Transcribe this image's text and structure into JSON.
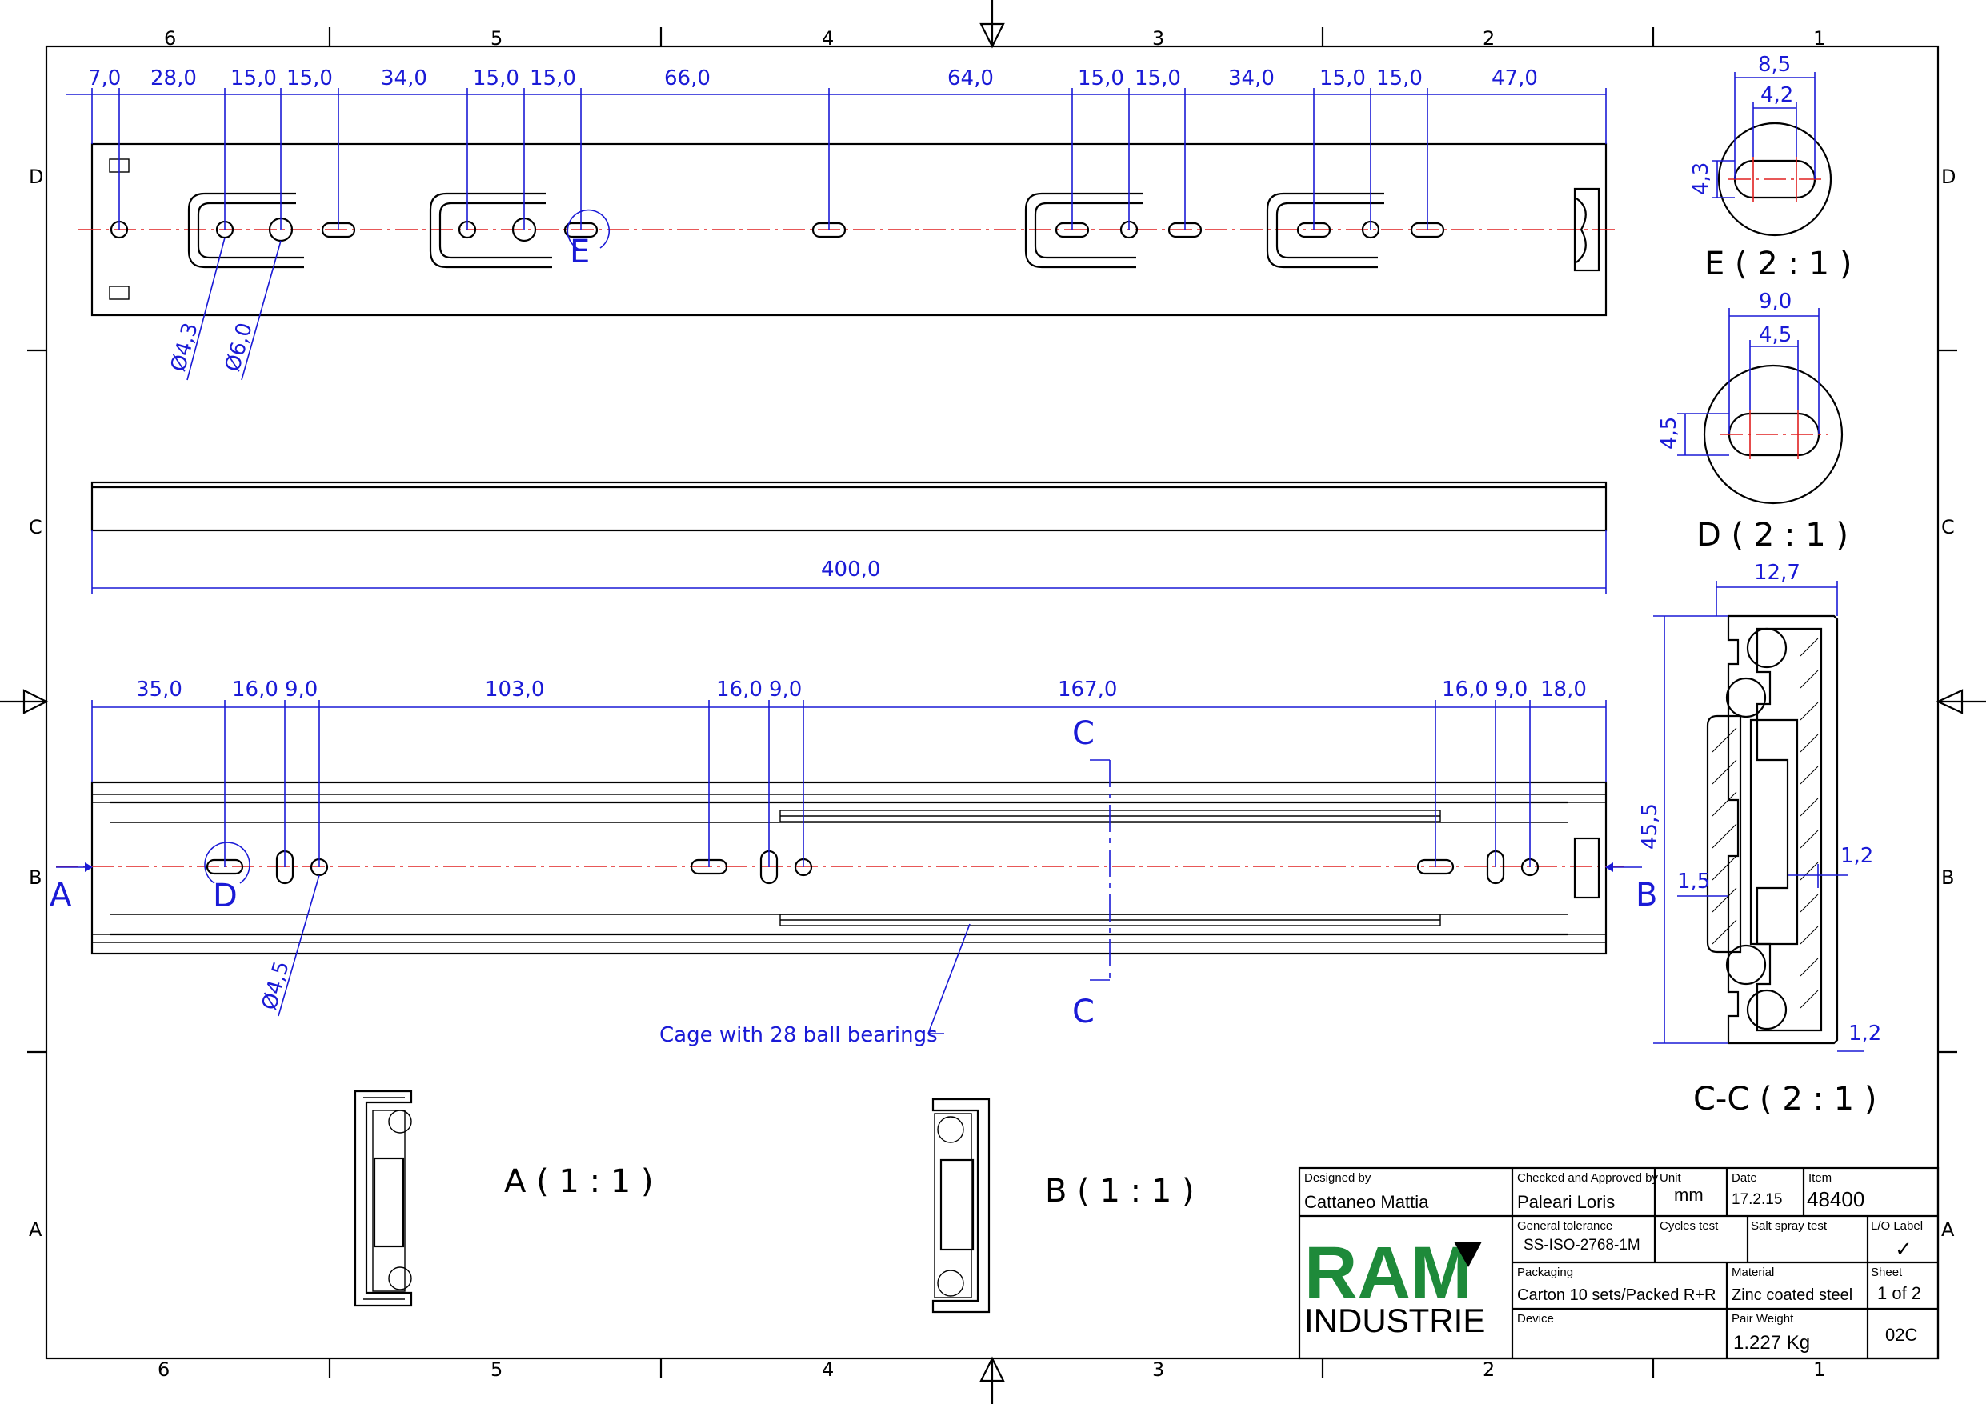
{
  "zones": {
    "columns": [
      "6",
      "5",
      "4",
      "3",
      "2",
      "1"
    ],
    "rows": [
      "D",
      "C",
      "B",
      "A"
    ]
  },
  "top_view": {
    "dims": [
      "7,0",
      "28,0",
      "15,0",
      "15,0",
      "34,0",
      "15,0",
      "15,0",
      "66,0",
      "64,0",
      "15,0",
      "15,0",
      "34,0",
      "15,0",
      "15,0",
      "47,0"
    ],
    "dia_small": "Ø4,3",
    "dia_large": "Ø6,0",
    "detail_marker": "E"
  },
  "side_view": {
    "overall_length": "400,0"
  },
  "bottom_view": {
    "dims": [
      "35,0",
      "16,0",
      "9,0",
      "103,0",
      "16,0",
      "9,0",
      "167,0",
      "16,0",
      "9,0",
      "18,0"
    ],
    "dia": "Ø4,5",
    "detail_marker": "D",
    "view_left": "A",
    "view_right": "B",
    "section_top": "C",
    "section_bottom": "C",
    "cage_note": "Cage with 28 ball bearings"
  },
  "detail_e": {
    "outer": "8,5",
    "inner": "4,2",
    "height": "4,3",
    "title": "E ( 2 : 1 )"
  },
  "detail_d": {
    "outer": "9,0",
    "inner": "4,5",
    "height": "4,5",
    "title": "D ( 2 : 1 )"
  },
  "section_cc": {
    "width": "12,7",
    "height": "45,5",
    "gap_left": "1,5",
    "gap_right": "1,2",
    "gap_bottom": "1,2",
    "title": "C-C ( 2 : 1 )"
  },
  "view_a_title": "A ( 1 : 1 )",
  "view_b_title": "B ( 1 : 1 )",
  "title_block": {
    "designed_by_label": "Designed by",
    "designed_by": "Cattaneo Mattia",
    "checked_label": "Checked and Approved by",
    "checked_by": "Paleari Loris",
    "unit_label": "Unit",
    "unit": "mm",
    "date_label": "Date",
    "date": "17.2.15",
    "item_label": "Item",
    "item": "48400",
    "tolerance_label": "General tolerance",
    "tolerance": "SS-ISO-2768-1M",
    "cycles_label": "Cycles test",
    "salt_label": "Salt spray test",
    "lo_label": "L/O Label",
    "lo_value": "✓",
    "packaging_label": "Packaging",
    "packaging": "Carton 10 sets/Packed R+R",
    "material_label": "Material",
    "material": "Zinc coated steel",
    "sheet_label": "Sheet",
    "sheet": "1 of 2",
    "device_label": "Device",
    "weight_label": "Pair Weight",
    "weight": "1.227 Kg",
    "revision": "02C",
    "logo_top": "RAM",
    "logo_bottom": "INDUSTRIE",
    "logo_color": "#1e8a3a"
  }
}
